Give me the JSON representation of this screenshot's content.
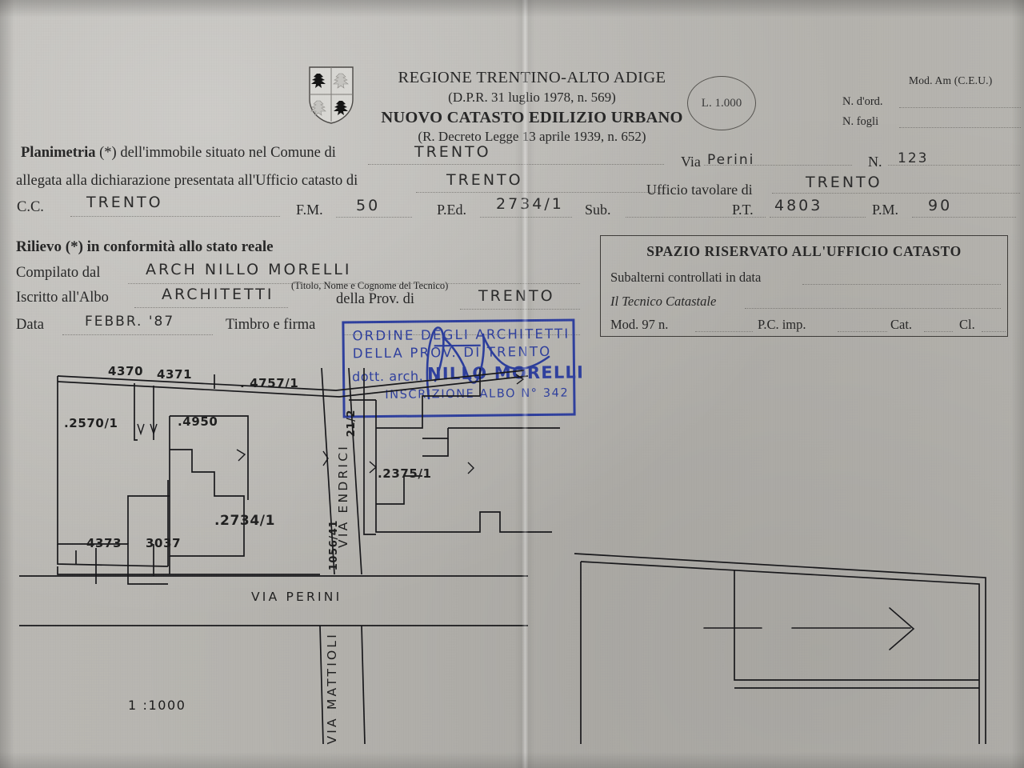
{
  "document": {
    "paper_color": "#b4b2ad",
    "ink_color": "#262626",
    "stamp_color": "#2e3f9e"
  },
  "header": {
    "crest_icon": "trentino-alto-adige-coat-of-arms-icon",
    "region_line": "REGIONE TRENTINO-ALTO ADIGE",
    "decree_line": "(D.P.R. 31 luglio 1978, n. 569)",
    "title_line": "NUOVO CATASTO EDILIZIO URBANO",
    "law_line": "(R. Decreto Legge 13 aprile 1939, n. 652)",
    "fee_stamp": "L. 1.000",
    "model_code": "Mod. Am (C.E.U.)",
    "order_number_label": "N. d'ord.",
    "order_number_value": "",
    "sheets_label": "N. fogli",
    "sheets_value": ""
  },
  "form": {
    "row1": {
      "label_bold": "Planimetria",
      "label_rest": "(*) dell'immobile situato nel Comune di",
      "comune_value": "TRENTO",
      "street_label": "Via",
      "street_value": "Perini",
      "number_label": "N.",
      "number_value": "123"
    },
    "row2": {
      "label": "allegata alla dichiarazione presentata all'Ufficio catasto di",
      "ufficio_catasto_value": "TRENTO",
      "tavolare_label": "Ufficio tavolare di",
      "tavolare_value": "TRENTO"
    },
    "row3": {
      "cc_label": "C.C.",
      "cc_value": "TRENTO",
      "fm_label": "F.M.",
      "fm_value": "50",
      "ped_label": "P.Ed.",
      "ped_value": "2734/1",
      "sub_label": "Sub.",
      "sub_value": "",
      "pt_label": "P.T.",
      "pt_value": "4803",
      "pm_label": "P.M.",
      "pm_value": "90"
    }
  },
  "survey": {
    "heading": "Rilievo (*) in conformità allo stato reale",
    "compiled_label": "Compilato dal",
    "compiled_value": "ARCH  NILLO  MORELLI",
    "technician_note": "(Titolo, Nome e Cognome del Tecnico)",
    "register_label": "Iscritto all'Albo",
    "register_value": "ARCHITETTI",
    "province_label": "della Prov. di",
    "province_value": "TRENTO",
    "date_label": "Data",
    "date_value": "FEBBR.  '87",
    "signature_label": "Timbro e firma"
  },
  "stamp": {
    "line1": "ORDINE DEGLI ARCHITETTI",
    "line2": "DELLA PROV. DI TRENTO",
    "line3": "dott. arch.",
    "line4": "NILLO MORELLI",
    "line5": "INSCRIZIONE ALBO N° 342"
  },
  "office_box": {
    "title": "SPAZIO RISERVATO ALL'UFFICIO CATASTO",
    "subalterni_label": "Subalterni controllati in data",
    "subalterni_value": "",
    "tecnico_label": "Il Tecnico Catastale",
    "tecnico_value": "",
    "mod97_label": "Mod. 97 n.",
    "mod97_value": "",
    "pcimp_label": "P.C. imp.",
    "pcimp_value": "",
    "cat_label": "Cat.",
    "cat_value": "",
    "cl_label": "Cl.",
    "cl_value": ""
  },
  "map": {
    "scale": "1 :1000",
    "parcels": [
      {
        "id": "p-4370",
        "text": "4370"
      },
      {
        "id": "p-4371",
        "text": "4371"
      },
      {
        "id": "p-4757-1",
        "text": ". 4757/1"
      },
      {
        "id": "p-2570-1",
        "text": ".2570/1"
      },
      {
        "id": "p-4950",
        "text": ".4950"
      },
      {
        "id": "p-2734-1",
        "text": ".2734/1"
      },
      {
        "id": "p-4373",
        "text": "4373"
      },
      {
        "id": "p-3037",
        "text": "3037"
      },
      {
        "id": "p-2375-1",
        "text": ".2375/1"
      },
      {
        "id": "p-21-2",
        "text": "21/2"
      },
      {
        "id": "p-1056-41",
        "text": "1056/41"
      }
    ],
    "streets": [
      {
        "id": "via-endrici",
        "text": "VIA ENDRICI"
      },
      {
        "id": "via-perini",
        "text": "VIA  PERINI"
      },
      {
        "id": "via-mattioli",
        "text": "VIA MATTIOLI"
      }
    ]
  }
}
